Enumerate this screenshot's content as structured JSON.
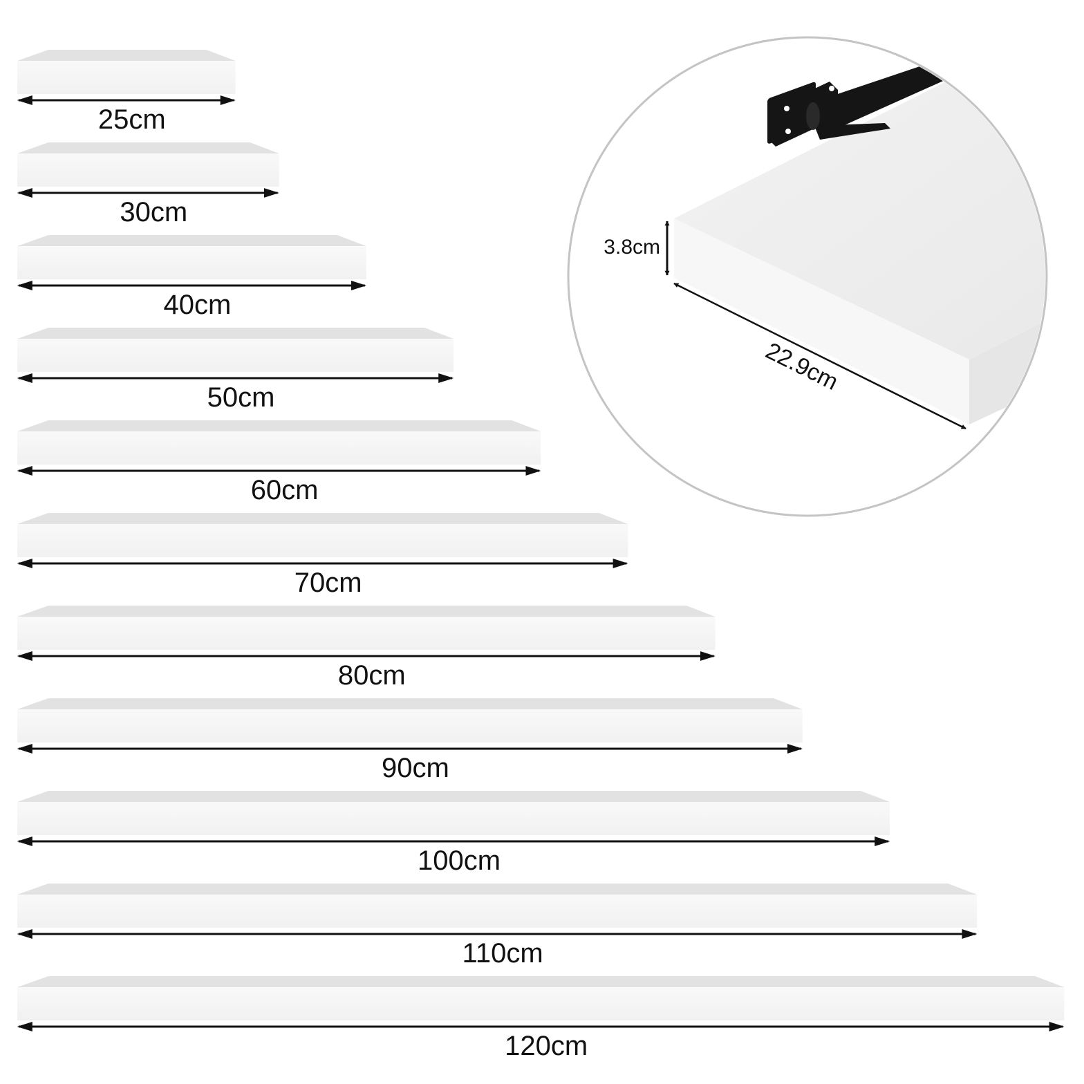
{
  "shelves": [
    {
      "length_cm": 25,
      "label": "25cm"
    },
    {
      "length_cm": 30,
      "label": "30cm"
    },
    {
      "length_cm": 40,
      "label": "40cm"
    },
    {
      "length_cm": 50,
      "label": "50cm"
    },
    {
      "length_cm": 60,
      "label": "60cm"
    },
    {
      "length_cm": 70,
      "label": "70cm"
    },
    {
      "length_cm": 80,
      "label": "80cm"
    },
    {
      "length_cm": 90,
      "label": "90cm"
    },
    {
      "length_cm": 100,
      "label": "100cm"
    },
    {
      "length_cm": 110,
      "label": "110cm"
    },
    {
      "length_cm": 120,
      "label": "120cm"
    }
  ],
  "detail": {
    "thickness_label": "3.8cm",
    "depth_label": "22.9cm"
  },
  "colors": {
    "shelf_front": "#f7f7f7",
    "shelf_top": "#e2e2e2",
    "shelf_top_light": "#ededed",
    "bracket": "#151515",
    "dimension_line": "#111111",
    "circle_border": "#c4c4c4"
  }
}
